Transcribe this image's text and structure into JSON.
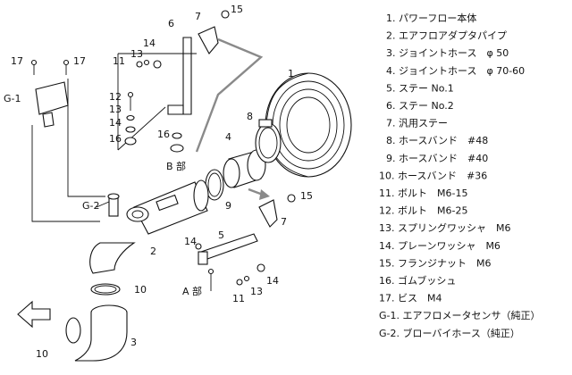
{
  "diagram": {
    "callouts": {
      "c1": "1",
      "c2": "2",
      "c3": "3",
      "c4": "4",
      "c5": "5",
      "c6": "6",
      "c7a": "7",
      "c7b": "7",
      "c8": "8",
      "c9": "9",
      "c10a": "10",
      "c10b": "10",
      "c11a": "11",
      "c11b": "11",
      "c12": "12",
      "c13a": "13",
      "c13b": "13",
      "c13c": "13",
      "c14a": "14",
      "c14b": "14",
      "c14c": "14",
      "c14d": "14",
      "c15a": "15",
      "c15b": "15",
      "c16a": "16",
      "c16b": "16",
      "c17a": "17",
      "c17b": "17",
      "g1": "G-1",
      "g2": "G-2",
      "view_a": "A 部",
      "view_b": "B 部"
    }
  },
  "legend": {
    "items": [
      "1. パワーフロー本体",
      "2. エアフロアダプタパイプ",
      "3. ジョイントホース　φ 50",
      "4. ジョイントホース　φ 70-60",
      "5. ステー No.1",
      "6. ステー No.2",
      "7. 汎用ステー",
      "8. ホースバンド　#48",
      "9. ホースバンド　#40",
      "10. ホースバンド　#36",
      "11. ボルト　M6-15",
      "12. ボルト　M6-25",
      "13. スプリングワッシャ　M6",
      "14. プレーンワッシャ　M6",
      "15. フランジナット　M6",
      "16. ゴムブッシュ",
      "17. ビス　M4",
      "G-1. エアフロメータセンサ（純正）",
      "G-2. ブローバイホース（純正）"
    ]
  }
}
